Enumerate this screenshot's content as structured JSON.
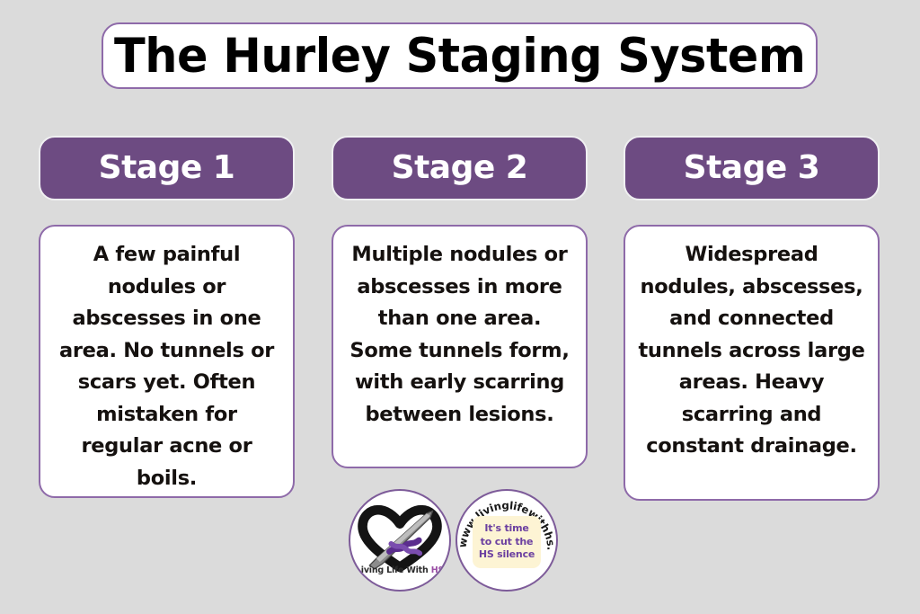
{
  "page": {
    "background_color": "#dbdbdb",
    "title": "The Hurley Staging System"
  },
  "theme": {
    "purple": "#6d4b82",
    "border_purple": "#8e6aa9",
    "accent_magenta": "#9b4fa6",
    "card_background": "#ffffff",
    "cream": "#fdf4d4",
    "text_dark": "#15110f"
  },
  "stages": [
    {
      "header": "Stage 1",
      "body": "A few painful nodules or abscesses in one area. No tunnels or scars yet. Often mistaken for regular acne or boils."
    },
    {
      "header": "Stage 2",
      "body": "Multiple nodules or abscesses in more than one area. Some tunnels form, with early scarring between lesions."
    },
    {
      "header": "Stage 3",
      "body": "Widespread nodules, abscesses, and connected tunnels across large areas. Heavy scarring and constant drainage."
    }
  ],
  "logos": {
    "heart_badge": {
      "wordmark_primary": "Living Life With",
      "wordmark_accent": "HS",
      "icon": "heart-with-scalpel-and-ribbon-icon"
    },
    "web_badge": {
      "curved_text": "Visit: www.livinglifewithhs.co.uk",
      "inner_lines": [
        "It's time",
        "to cut the",
        "HS silence"
      ]
    }
  }
}
